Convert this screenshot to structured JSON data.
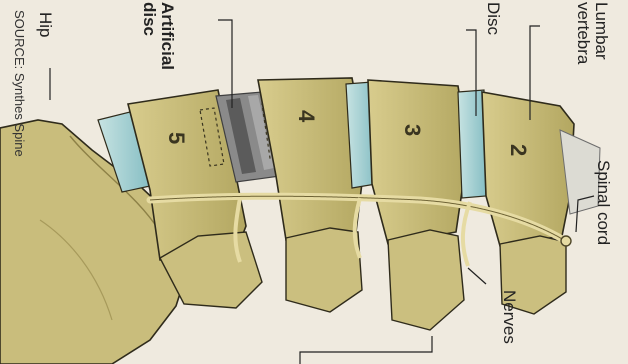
{
  "labels": {
    "hip": "Hip",
    "artificial_disc": [
      "Artificial",
      "disc"
    ],
    "disc": "Disc",
    "lumbar_vertebra": [
      "Lumbar",
      "vertebra"
    ],
    "spinal_cord": "Spinal cord",
    "nerves": "Nerves",
    "source": "SOURCE: Synthes Spine"
  },
  "vertebra_numbers": [
    "5",
    "4",
    "3",
    "2"
  ],
  "colors": {
    "background": "#efeadf",
    "bone": "#c4b877",
    "bone_light": "#d8cc8d",
    "bone_dark": "#a99c57",
    "outline": "#2f2b1b",
    "disc": "#8fc4c9",
    "disc_light": "#c7e3e2",
    "implant": "#8a8a8a",
    "implant_dark": "#5b5b5b",
    "nerve": "#e6dba3",
    "ink": "#222222"
  }
}
